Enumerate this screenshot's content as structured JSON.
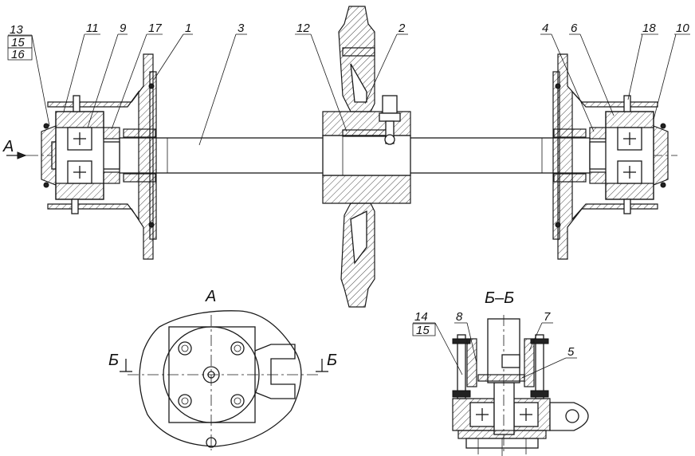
{
  "labels": {
    "p1": "1",
    "p2": "2",
    "p3": "3",
    "p4": "4",
    "p5": "5",
    "p6": "6",
    "p7": "7",
    "p8": "8",
    "p9": "9",
    "p10": "10",
    "p11": "11",
    "p12": "12",
    "p13": "13",
    "p14": "14",
    "p15a": "15",
    "p15b": "15",
    "p16": "16",
    "p17": "17",
    "p18": "18"
  },
  "views": {
    "arrow_a": "А",
    "view_a": "А",
    "section_bb": "Б–Б",
    "cut_left": "Б",
    "cut_right": "Б"
  }
}
